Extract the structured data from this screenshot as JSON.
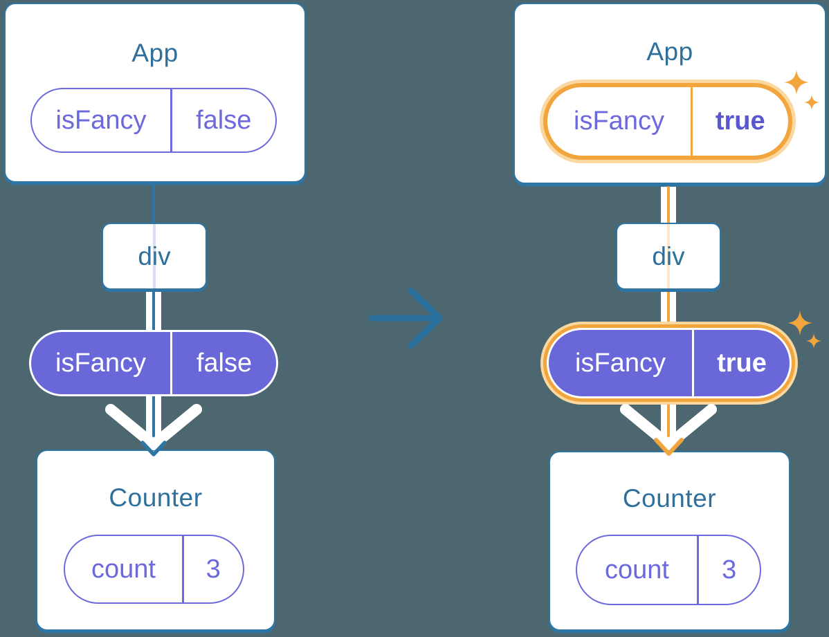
{
  "diagram": {
    "left": {
      "app": {
        "title": "App",
        "prop": {
          "name": "isFancy",
          "value": "false"
        }
      },
      "div": {
        "label": "div"
      },
      "passed_prop": {
        "name": "isFancy",
        "value": "false"
      },
      "counter": {
        "title": "Counter",
        "state": {
          "name": "count",
          "value": "3"
        }
      }
    },
    "right": {
      "app": {
        "title": "App",
        "prop": {
          "name": "isFancy",
          "value": "true"
        }
      },
      "div": {
        "label": "div"
      },
      "passed_prop": {
        "name": "isFancy",
        "value": "true"
      },
      "counter": {
        "title": "Counter",
        "state": {
          "name": "count",
          "value": "3"
        }
      }
    }
  },
  "icons": {
    "transition_arrow": "right-arrow-icon",
    "sparkle_large": "four-point-star-icon",
    "sparkle_small": "four-point-star-icon",
    "flow_arrowhead_left": "chevron-down-icon",
    "flow_arrowhead_right": "chevron-down-icon",
    "flow_chevron": "wide-white-chevron-icon"
  },
  "colors": {
    "background": "#4C6770",
    "box_border_blue": "#2E75A3",
    "heading_blue": "#2E6F9B",
    "pill_purple_fill": "#6A68D8",
    "pill_purple_outline": "#6C69DC",
    "highlight_orange": "#F2A43D",
    "highlight_orange_pale": "#FAD8A0",
    "inner_line_lavender": "#D6DDF3",
    "inner_line_peach": "#FBE8CA",
    "white": "#FFFFFF"
  }
}
